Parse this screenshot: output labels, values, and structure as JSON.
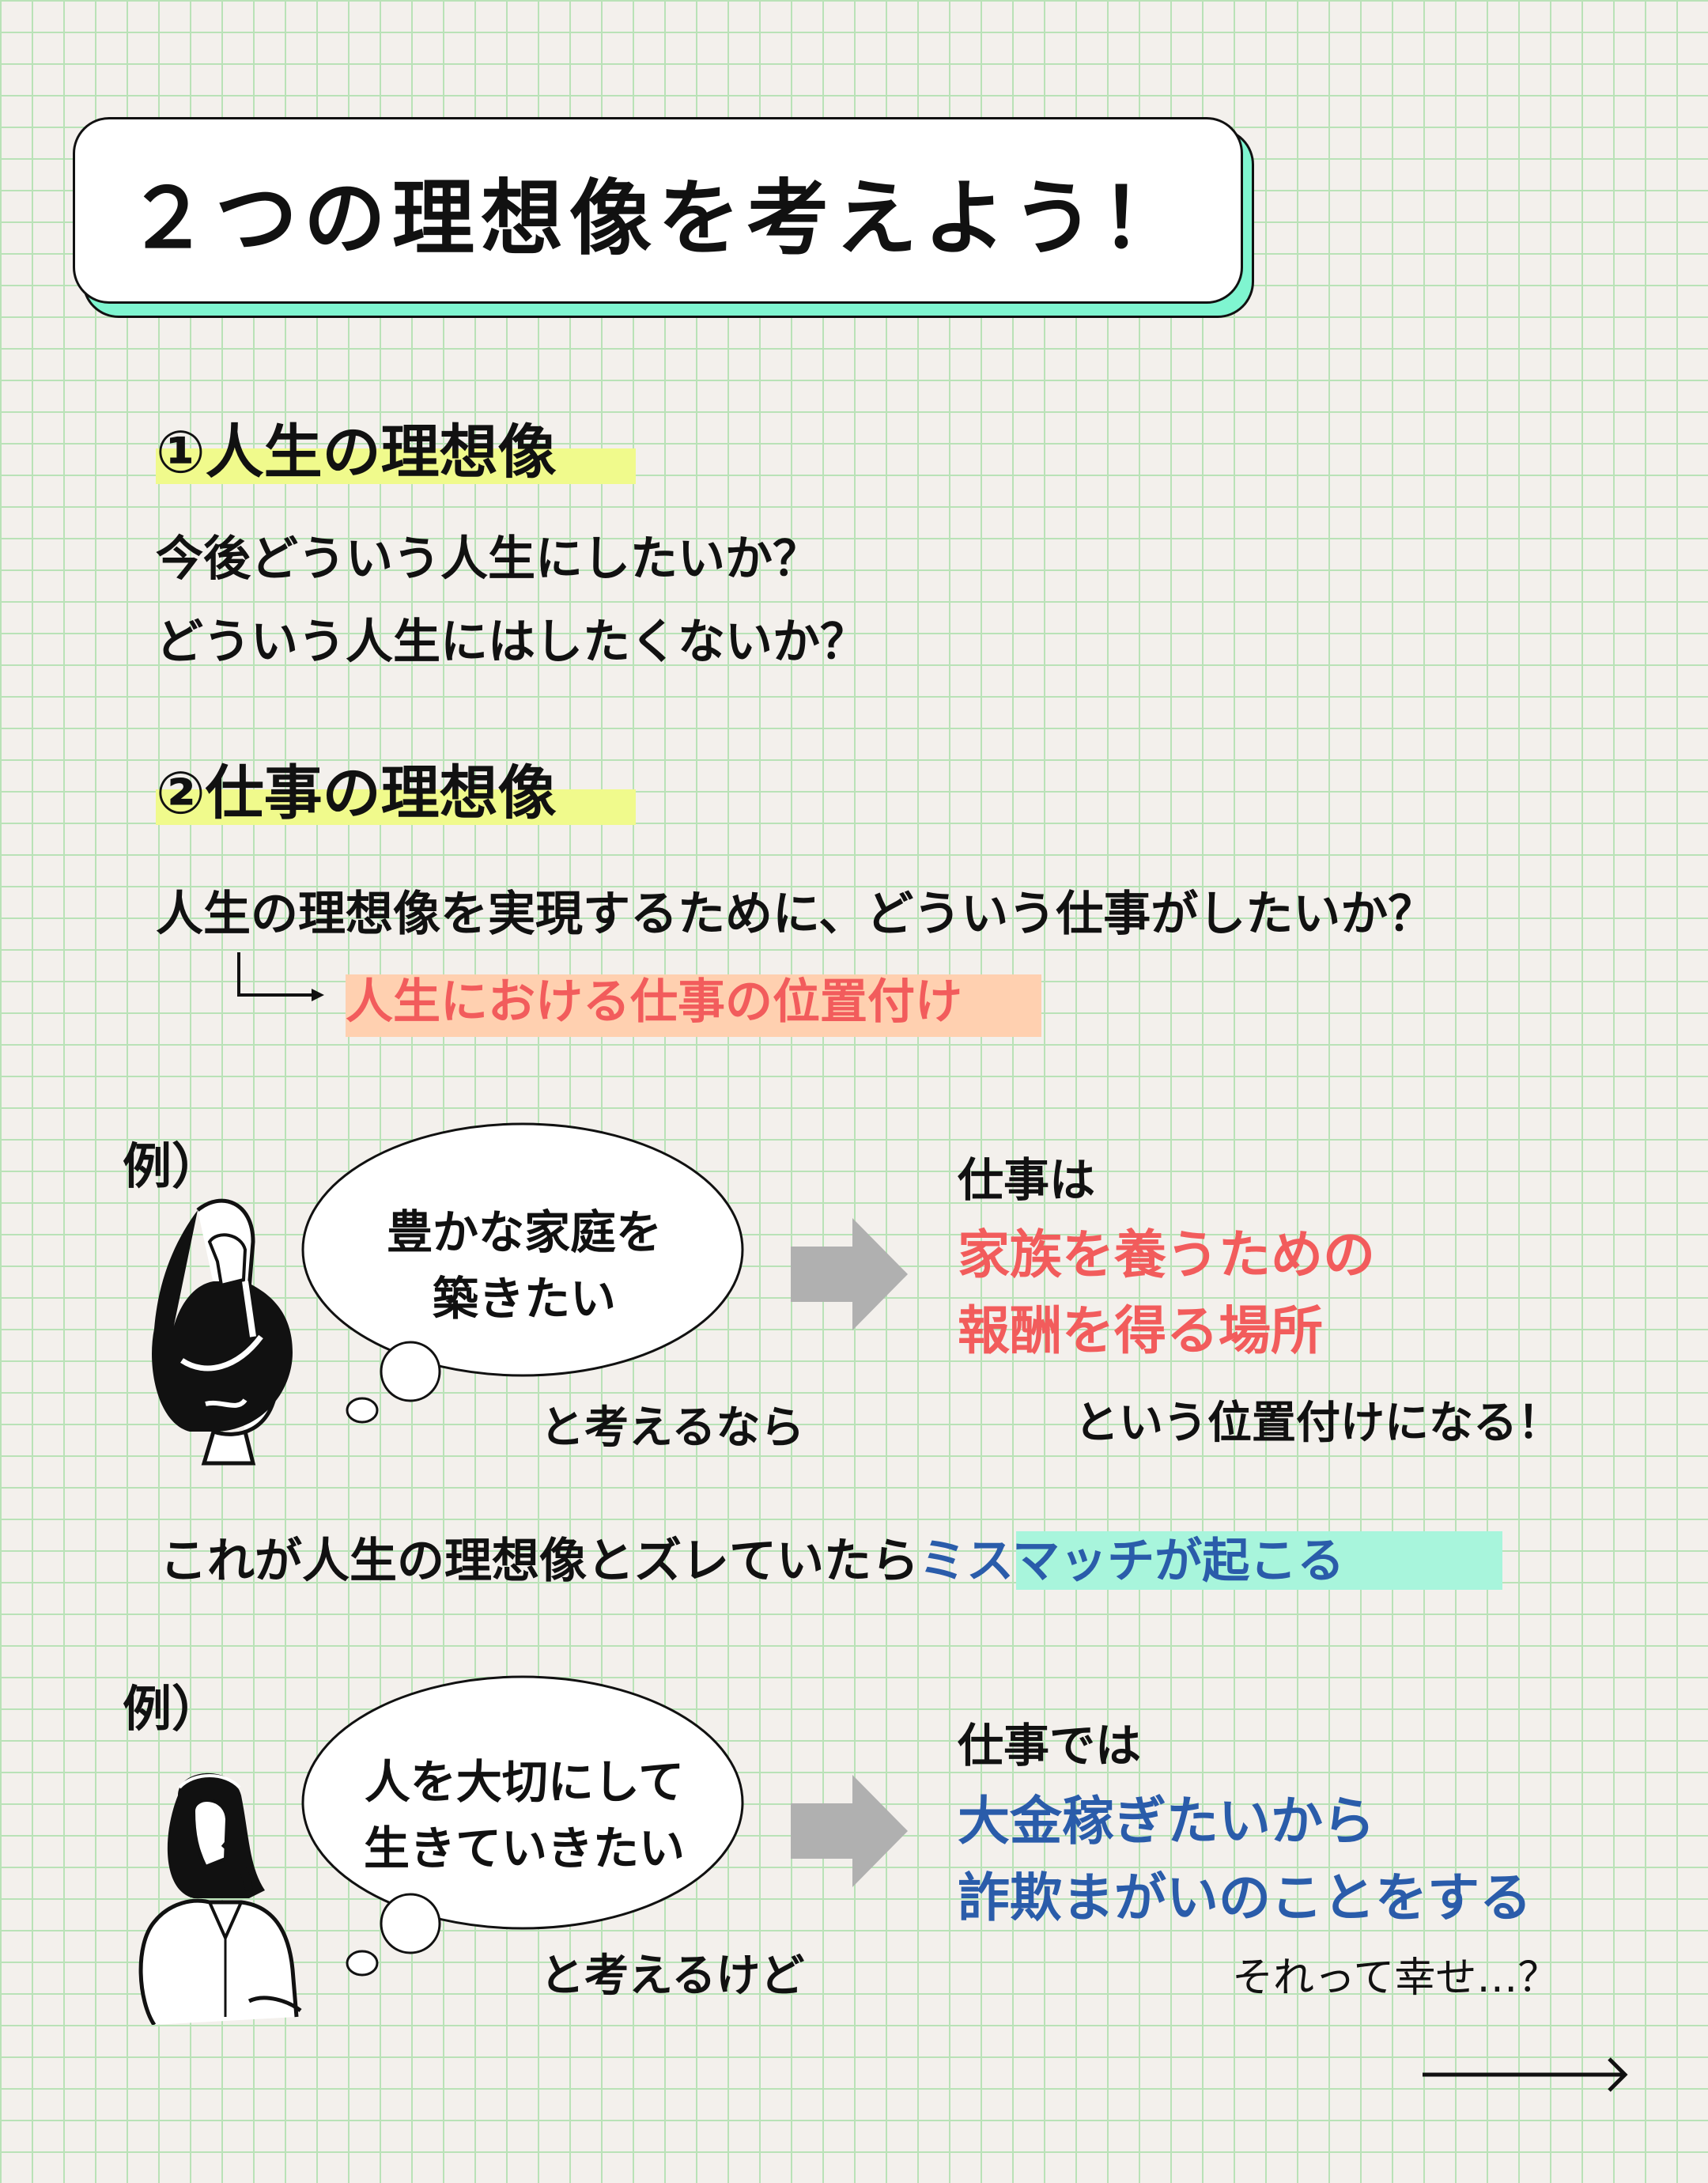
{
  "title": "２つの理想像を考えよう！",
  "section1": {
    "heading": "①人生の理想像",
    "lines": [
      "今後どういう人生にしたいか？",
      "どういう人生にはしたくないか？"
    ]
  },
  "section2": {
    "heading": "②仕事の理想像",
    "line": "人生の理想像を実現するために、どういう仕事がしたいか？",
    "pointer": "人生における仕事の位置付け"
  },
  "example1": {
    "label": "例）",
    "bubble": [
      "豊かな家庭を",
      "築きたい"
    ],
    "caption": "と考えるなら",
    "result_intro": "仕事は",
    "result": [
      "家族を養うための",
      "報酬を得る場所"
    ],
    "result_outro": "という位置付けになる！"
  },
  "mismatch": {
    "prefix": "これが人生の理想像とズレていたら",
    "highlight": "ミスマッチが起こる"
  },
  "example2": {
    "label": "例）",
    "bubble": [
      "人を大切にして",
      "生きていきたい"
    ],
    "caption": "と考えるけど",
    "result_intro": "仕事では",
    "result": [
      "大金稼ぎたいから",
      "詐欺まがいのことをする"
    ],
    "result_outro": "それって幸せ…？"
  },
  "colors": {
    "accent_red": "#f25c5c",
    "accent_blue": "#2a5caa",
    "teal": "#7ff5d0",
    "yellow": "#f0fa8c",
    "peach": "#ffd0b0"
  }
}
